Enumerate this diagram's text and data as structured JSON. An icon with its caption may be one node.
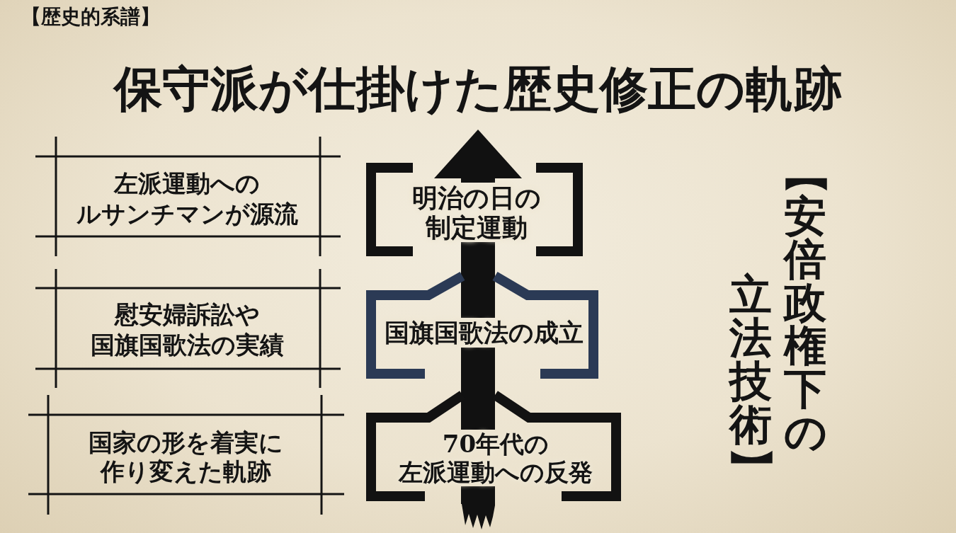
{
  "diagram": {
    "title": "保守派が仕掛けた歴史修正の軌跡",
    "nodes": [
      {
        "text": [
          "左派運動へのルサンチマンが源流"
        ]
      },
      {
        "text": [
          "慰安婦訴訟や国旗国歌法の実績"
        ]
      },
      {
        "text": [
          "国家の形を着実に作り変えた軌跡"
        ]
      },
      {
        "text": [
          "明治の日の制定運動"
        ]
      },
      {
        "text": [
          "国旗国歌法の成立"
        ]
      },
      {
        "text": [
          "70年代の左派運動への反発"
        ]
      }
    ],
    "edges": [
      {
        "from": null,
        "to": 5,
        "arrow": "none"
      },
      {
        "from": 5,
        "to": 4,
        "arrow": "none"
      },
      {
        "from": 4,
        "to": 3,
        "arrow": "none"
      },
      {
        "from": 3,
        "to": null,
        "arrow": "to"
      }
    ],
    "labels": [
      "【歴史的系譜】",
      "【安倍政権下の立法技術】"
    ]
  }
}
